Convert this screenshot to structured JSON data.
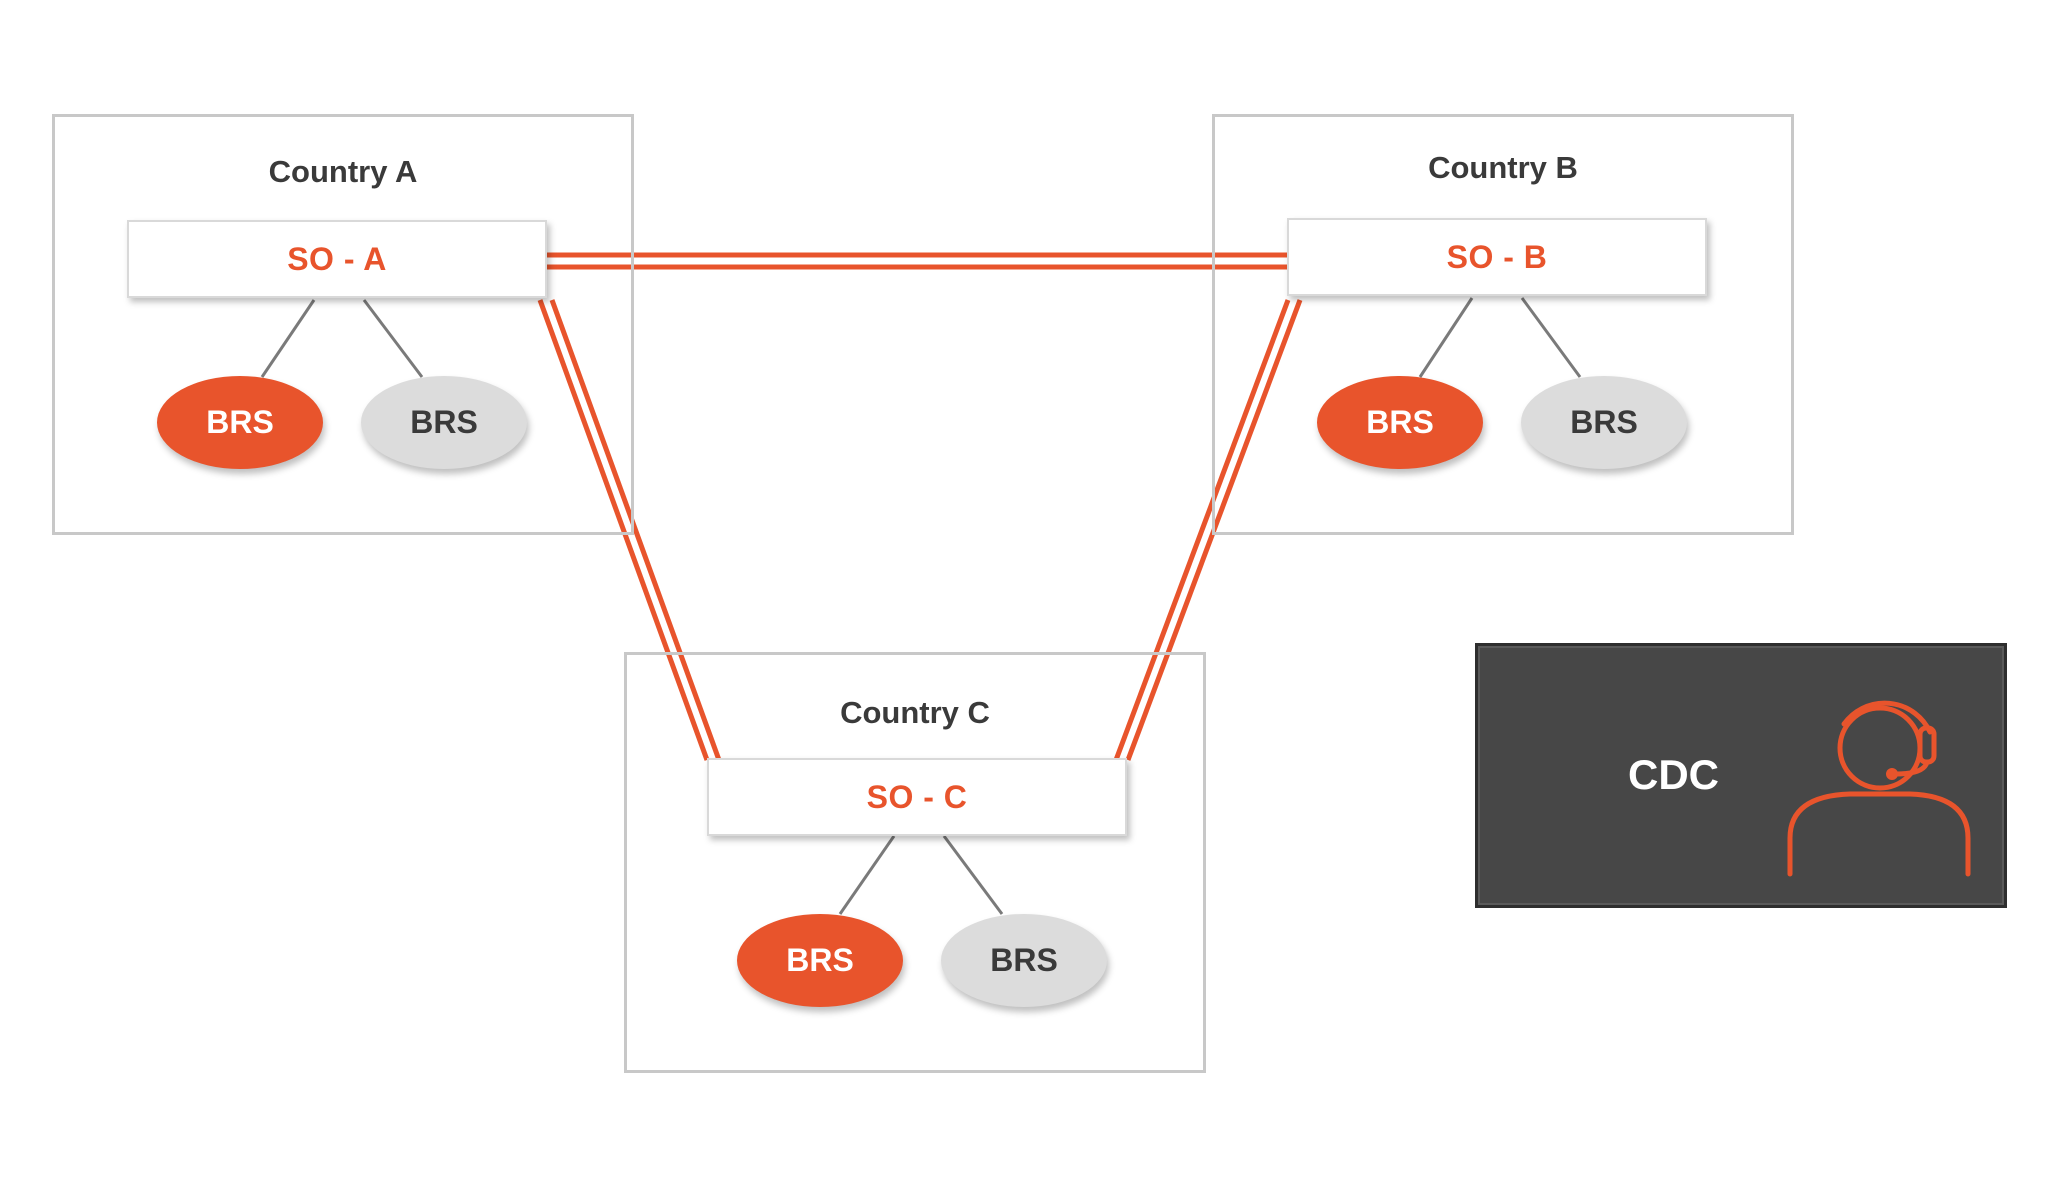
{
  "countries": [
    {
      "title": "Country A",
      "so_label": "SO - A",
      "brs": [
        "BRS",
        "BRS"
      ]
    },
    {
      "title": "Country B",
      "so_label": "SO - B",
      "brs": [
        "BRS",
        "BRS"
      ]
    },
    {
      "title": "Country C",
      "so_label": "SO - C",
      "brs": [
        "BRS",
        "BRS"
      ]
    }
  ],
  "cdc": {
    "label": "CDC",
    "icon": "headset-agent-icon"
  },
  "colors": {
    "accent": "#e8542c",
    "brs_grey": "#dcdcdc",
    "border": "#c8c8c8",
    "cdc_bg": "#474747",
    "text": "#3a3a3a"
  }
}
